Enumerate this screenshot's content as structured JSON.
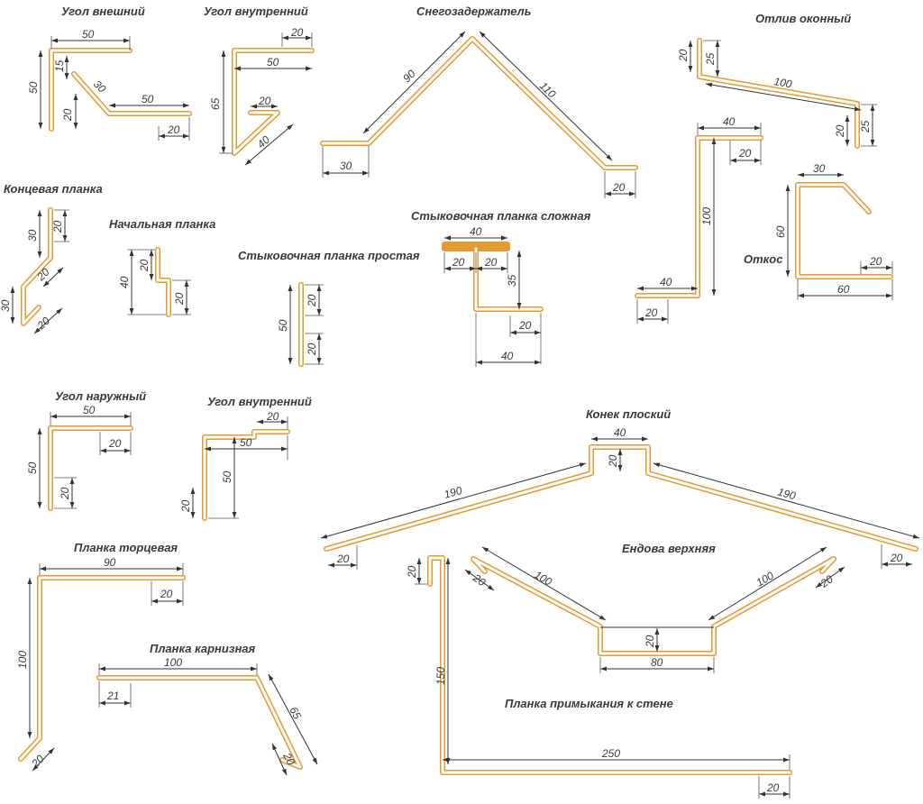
{
  "titles": {
    "ugol_vneshniy": "Угол внешний",
    "ugol_vnutrenniy": "Угол внутренний",
    "snegozaderzhatel": "Снегозадержатель",
    "otliv_okonnyy": "Отлив оконный",
    "kontsevaya_planka": "Концевая планка",
    "nachalnaya_planka": "Начальная планка",
    "stykovochnaya_prostaya": "Стыковочная планка простая",
    "stykovochnaya_slozhnaya": "Стыковочная планка сложная",
    "otkos": "Откос",
    "ugol_naruzhnyy": "Угол наружный",
    "ugol_vnutrenniy_2": "Угол внутренний",
    "konek_ploskiy": "Конек плоский",
    "planka_tortsevaya": "Планка торцевая",
    "planka_karniznaya": "Планка карнизная",
    "endova_verkhnyaya": "Ендова верхняя",
    "planka_primykaniya": "Планка примыкания к стене"
  },
  "dims": {
    "d_15": "15",
    "d_20": "20",
    "d_21": "21",
    "d_25": "25",
    "d_30": "30",
    "d_35": "35",
    "d_40": "40",
    "d_50": "50",
    "d_60": "60",
    "d_65": "65",
    "d_80": "80",
    "d_90": "90",
    "d_100": "100",
    "d_110": "110",
    "d_150": "150",
    "d_190": "190",
    "d_250": "250"
  },
  "colors": {
    "profile": "#e39a2e",
    "line": "#333333",
    "text": "#3a3a3a"
  }
}
